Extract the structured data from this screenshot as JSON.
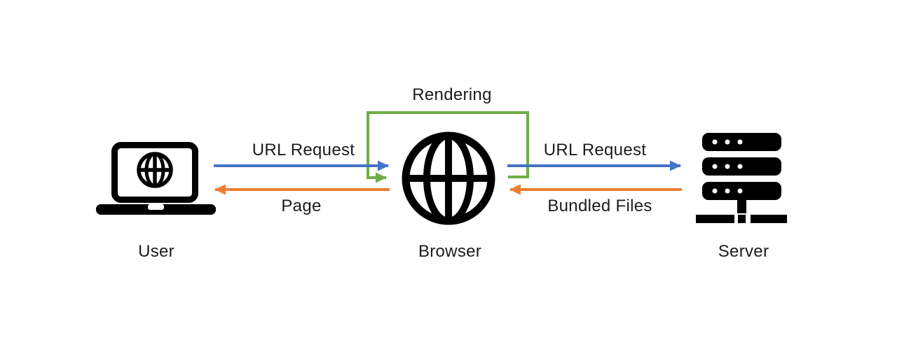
{
  "diagram": {
    "nodes": [
      {
        "id": "user",
        "label": "User",
        "icon": "laptop-icon"
      },
      {
        "id": "browser",
        "label": "Browser",
        "icon": "globe-icon"
      },
      {
        "id": "server",
        "label": "Server",
        "icon": "server-icon"
      }
    ],
    "edges": [
      {
        "label": "URL Request",
        "from": "user",
        "to": "browser",
        "color": "#4472C4",
        "direction": "right"
      },
      {
        "label": "Page",
        "from": "browser",
        "to": "user",
        "color": "#ED7D31",
        "direction": "left"
      },
      {
        "label": "URL Request",
        "from": "browser",
        "to": "server",
        "color": "#4472C4",
        "direction": "right"
      },
      {
        "label": "Bundled Files",
        "from": "server",
        "to": "browser",
        "color": "#ED7D31",
        "direction": "left"
      },
      {
        "label": "Rendering",
        "from": "browser",
        "to": "browser",
        "color": "#70AD47",
        "direction": "self-loop"
      }
    ],
    "colors": {
      "blue": "#4472C4",
      "orange": "#ED7D31",
      "green": "#70AD47",
      "icon": "#000000",
      "text": "#1c1c1c",
      "background": "#FFFFFF"
    }
  }
}
